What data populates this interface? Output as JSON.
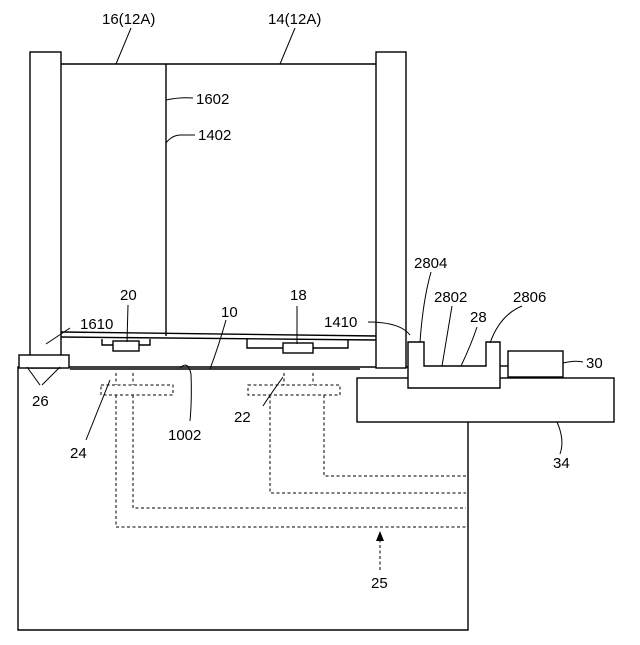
{
  "figure": {
    "labels": {
      "l16": "16(12A)",
      "l14": "14(12A)",
      "l1602": "1602",
      "l1402": "1402",
      "l2804": "2804",
      "l2802": "2802",
      "l28": "28",
      "l2806": "2806",
      "l20": "20",
      "l18": "18",
      "l10": "10",
      "l1610": "1610",
      "l1410": "1410",
      "l30": "30",
      "l26": "26",
      "l1002": "1002",
      "l22": "22",
      "l24": "24",
      "l34": "34",
      "l25": "25"
    }
  }
}
